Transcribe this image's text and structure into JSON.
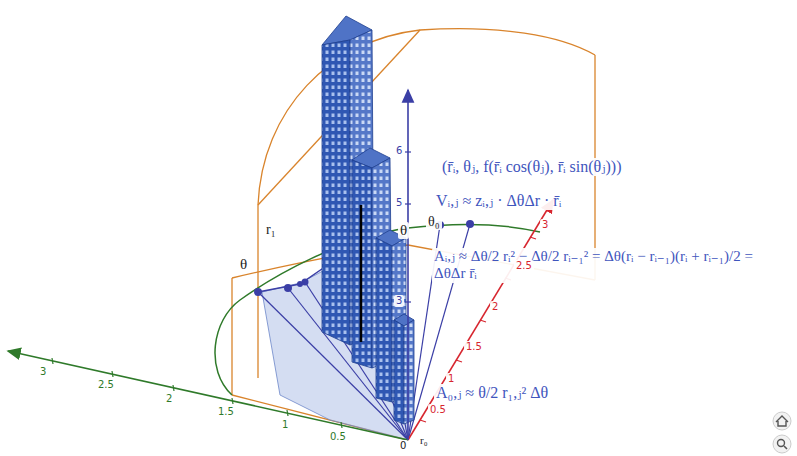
{
  "diagram": {
    "labels": [
      "(r̄ᵢ, θⱼ, f(r̄ᵢ cos(θⱼ), r̄ᵢ sin(θⱼ)))",
      "Vᵢ,ⱼ ≈ zᵢ,ⱼ · ΔθΔr · r̄ᵢ",
      "Aᵢ,ⱼ ≈ Δθ/2 rᵢ² − Δθ/2 rᵢ₋₁² = Δθ(rᵢ − rᵢ₋₁)(rᵢ + rᵢ₋₁)/2 = ΔθΔr r̄ᵢ",
      "A₀,ⱼ ≈ θ/2 r₁,ⱼ² Δθ",
      "θ",
      "θ₀",
      "θ",
      "r₁",
      "r₀",
      "0",
      "3",
      "2.5",
      "2",
      "1.5",
      "1",
      "0.5",
      "0.5",
      "1",
      "1.5",
      "2",
      "2.5",
      "3",
      "6",
      "5",
      "3"
    ]
  }
}
